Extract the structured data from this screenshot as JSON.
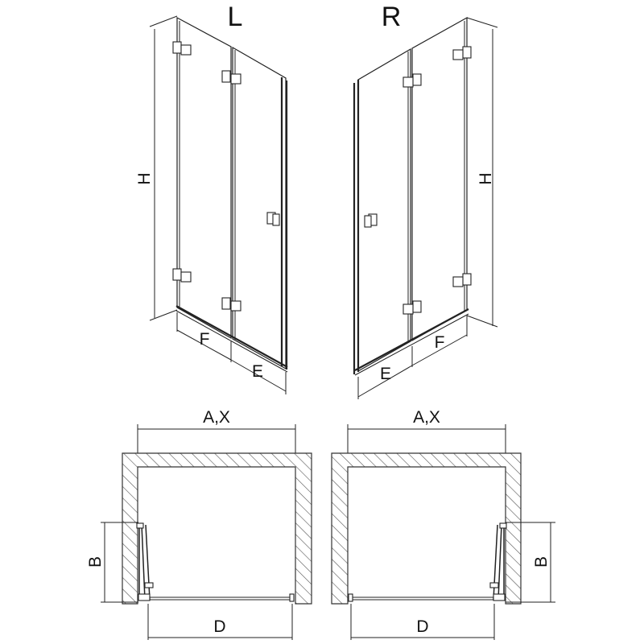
{
  "variants": {
    "left": {
      "label": "L"
    },
    "right": {
      "label": "R"
    }
  },
  "dimensions": {
    "height": "H",
    "panel_fixed": "F",
    "panel_door": "E",
    "width": "A,X",
    "side": "B",
    "opening": "D"
  }
}
